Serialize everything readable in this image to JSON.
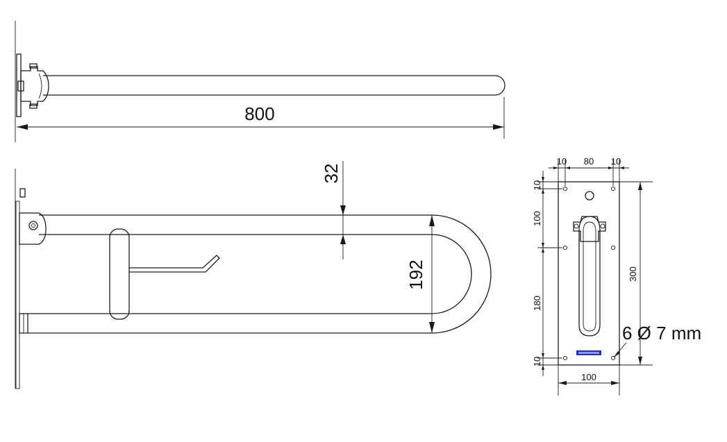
{
  "dimensions": {
    "side_length": "800",
    "tube_diameter": "32",
    "loop_height": "192",
    "plate_top_margin_left": "10",
    "plate_top_spacing": "80",
    "plate_top_margin_right": "10",
    "plate_side_top": "10",
    "plate_side_upper": "100",
    "plate_side_lower": "180",
    "plate_side_bottom": "10",
    "plate_height": "300",
    "plate_width": "100",
    "holes_note": "6 Ø 7 mm"
  },
  "colors": {
    "line": "#1a1a1a",
    "logo": "#1a2fd6"
  }
}
